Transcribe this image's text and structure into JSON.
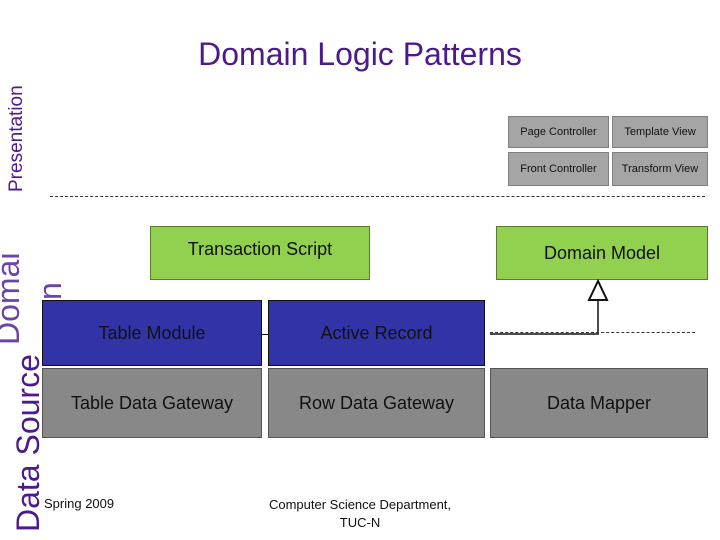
{
  "title": "Domain Logic Patterns",
  "layers": {
    "presentation": "Presentation",
    "domain_top": "Domai",
    "domain_bottom": "n",
    "data_source": "Data Source"
  },
  "presentation_boxes": {
    "page_controller": "Page Controller",
    "template_view": "Template View",
    "front_controller": "Front Controller",
    "transform_view": "Transform View"
  },
  "domain_boxes": {
    "transaction_script": "Transaction Script",
    "domain_model": "Domain Model",
    "table_module": "Table Module",
    "active_record": "Active Record"
  },
  "data_source_boxes": {
    "table_data_gateway": "Table Data Gateway",
    "row_data_gateway": "Row Data Gateway",
    "data_mapper": "Data Mapper"
  },
  "footer": {
    "date": "Spring 2009",
    "department_line1": "Computer Science Department,",
    "department_line2": "TUC-N"
  }
}
